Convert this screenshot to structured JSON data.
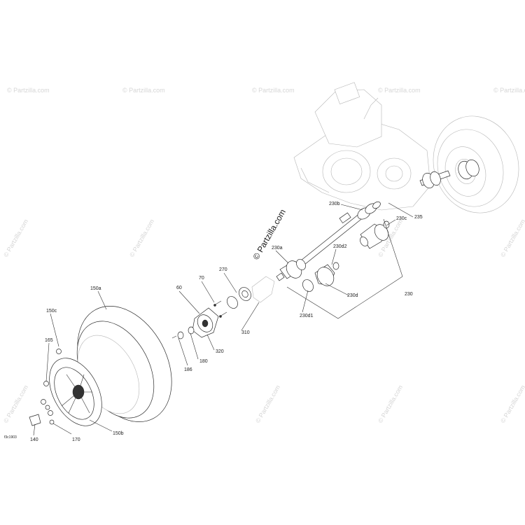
{
  "watermark": {
    "main": "© Partzilla.com",
    "repeat": "© Partzilla.com"
  },
  "drawing_code": "f3c1903",
  "callouts": [
    {
      "id": "c150a",
      "text": "150a"
    },
    {
      "id": "c150c",
      "text": "150c"
    },
    {
      "id": "c165",
      "text": "165"
    },
    {
      "id": "c140",
      "text": "140"
    },
    {
      "id": "c170",
      "text": "170"
    },
    {
      "id": "c150b",
      "text": "150b"
    },
    {
      "id": "c60",
      "text": "60"
    },
    {
      "id": "c70",
      "text": "70"
    },
    {
      "id": "c270",
      "text": "270"
    },
    {
      "id": "c186",
      "text": "186"
    },
    {
      "id": "c180",
      "text": "180"
    },
    {
      "id": "c320",
      "text": "320"
    },
    {
      "id": "c310",
      "text": "310"
    },
    {
      "id": "c230a",
      "text": "230a"
    },
    {
      "id": "c230b",
      "text": "230b"
    },
    {
      "id": "c230c",
      "text": "230c"
    },
    {
      "id": "c235",
      "text": "235"
    },
    {
      "id": "c230d2",
      "text": "230d2"
    },
    {
      "id": "c230d",
      "text": "230d"
    },
    {
      "id": "c230d1",
      "text": "230d1"
    },
    {
      "id": "c230",
      "text": "230"
    }
  ]
}
